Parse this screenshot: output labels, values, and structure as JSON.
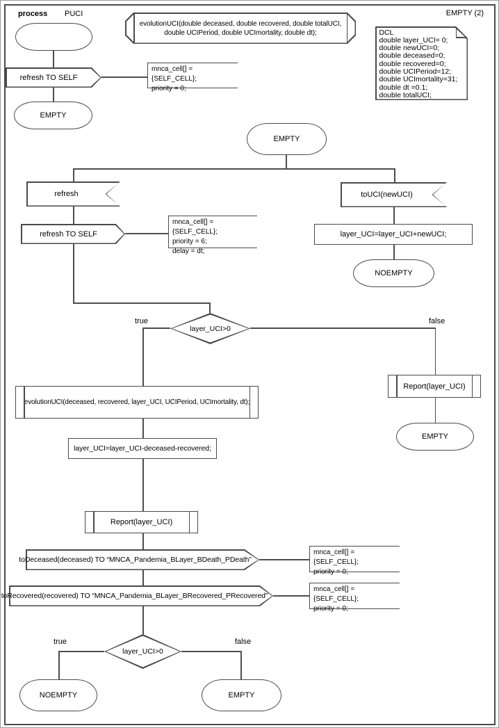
{
  "header": {
    "keyword": "process",
    "name": "PUCI",
    "page_label": "EMPTY (2)"
  },
  "signature_note": {
    "lines": [
      "evolutionUCI(double deceased, double recovered, double totalUCI,",
      "double UCIPeriod, double UCImortality, double dt);"
    ]
  },
  "dcl_note": {
    "lines": [
      "DCL",
      "double layer_UCI= 0;",
      "double newUCI=0;",
      "double deceased=0;",
      "double recovered=0;",
      "double UCIPeriod=12;",
      "double UCImortality=31;",
      "double dt =0.1;",
      "double totalUCI;"
    ]
  },
  "start_flow": {
    "output_refresh": "refresh TO SELF",
    "comment": {
      "lines": [
        "mnca_cell[] = {SELF_CELL};",
        "priority = 0;"
      ]
    },
    "state": "EMPTY"
  },
  "main_state": "EMPTY",
  "refresh_branch": {
    "input": "refresh",
    "output": "refresh TO SELF",
    "comment": {
      "lines": [
        "mnca_cell[] = {SELF_CELL};",
        "priority = 6;",
        "delay = dt;"
      ]
    }
  },
  "touci_branch": {
    "input": "toUCI(newUCI)",
    "task": "layer_UCI=layer_UCI+newUCI;",
    "state": "NOEMPTY"
  },
  "decision_uci": {
    "condition": "layer_UCI>0",
    "true_label": "true",
    "false_label": "false"
  },
  "true_branch": {
    "procedure_call": "evolutionUCI(deceased, recovered, layer_UCI, UCIPeriod, UCImortality, dt);",
    "task": "layer_UCI=layer_UCI-deceased-recovered;",
    "report_call": "Report(layer_UCI)",
    "output_deceased": "toDeceased(deceased) TO “MNCA_Pandemia_BLayer_BDeath_PDeath”",
    "comment_deceased": {
      "lines": [
        "mnca_cell[] = {SELF_CELL};",
        "priority = 0;"
      ]
    },
    "output_recovered": "toRecovered(recovered) TO “MNCA_Pandemia_BLayer_BRecovered_PRecovered”",
    "comment_recovered": {
      "lines": [
        "mnca_cell[] = {SELF_CELL};",
        "priority = 0;"
      ]
    }
  },
  "false_branch": {
    "report_call": "Report(layer_UCI)",
    "state": "EMPTY"
  },
  "final_decision": {
    "condition": "layer_UCI>0",
    "true_label": "true",
    "false_label": "false",
    "true_state": "NOEMPTY",
    "false_state": "EMPTY"
  }
}
